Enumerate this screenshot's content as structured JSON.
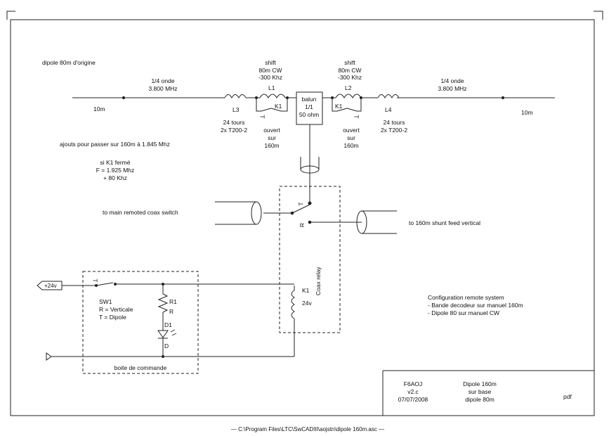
{
  "antenna": {
    "title": "dipole 80m d'origine",
    "left_wire": {
      "name": "1/4 onde",
      "freq": "3.800 MHz",
      "length": "10m"
    },
    "right_wire": {
      "name": "1/4 onde",
      "freq": "3.800 MHz",
      "length": "10m"
    },
    "left_shift": {
      "title": "shift",
      "line1": "80m CW",
      "line2": "-300 Khz"
    },
    "right_shift": {
      "title": "shift",
      "line1": "80m CW",
      "line2": "-300 Khz"
    },
    "L1": "L1",
    "L2": "L2",
    "L3": "L3",
    "L4": "L4",
    "K1_left": "K1",
    "K1_right": "K1",
    "contact_T": "T",
    "contact_R": "R",
    "balun": {
      "line1": "balun",
      "line2": "1/1",
      "line3": "50 ohm"
    },
    "coil_left": {
      "line1": "24 tours",
      "line2": "2x T200-2"
    },
    "coil_right": {
      "line1": "24 tours",
      "line2": "2x T200-2"
    },
    "open_left": {
      "line1": "ouvert",
      "line2": "sur",
      "line3": "160m"
    },
    "open_right": {
      "line1": "ouvert",
      "line2": "sur",
      "line3": "160m"
    }
  },
  "notes": {
    "additions": "ajouts pour passer sur 160m à 1.845 Mhz",
    "k1_closed": {
      "line1": "si K1 fermé",
      "line2": "F = 1.925 Mhz",
      "line3": "+ 80 Khz"
    },
    "config": {
      "line1": "Configuration remote system",
      "line2": "- Bande decodeur sur manuel 160m",
      "line3": "- Dipole 80 sur manuel CW"
    }
  },
  "coax": {
    "left_label": "to main remoted coax switch",
    "right_label": "to 160m shunt feed vertical",
    "relay_label": "Coax relay",
    "relay_K1": "K1",
    "relay_voltage": "24v"
  },
  "control": {
    "supply": "+24v",
    "sw1": "SW1",
    "sw1_r": "R = Verticale",
    "sw1_t": "T = Dipole",
    "r1": "R1",
    "r": "R",
    "d1": "D1",
    "d": "D",
    "box_label": "boite de commande"
  },
  "title_block": {
    "author": "F6AOJ",
    "version": "v2.c",
    "date": "07/07/2008",
    "title1": "Dipole 160m",
    "title2": "sur base",
    "title3": "dipole 80m",
    "format": "pdf"
  },
  "footer": {
    "path": "C:\\Program Files\\LTC\\SwCADIII\\aojstn\\dipole 160m.asc"
  }
}
